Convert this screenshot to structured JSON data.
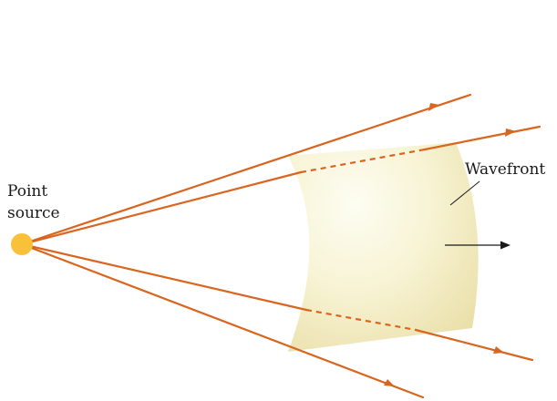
{
  "labels": {
    "source_line1": "Point",
    "source_line2": "source",
    "wavefront": "Wavefront"
  },
  "colors": {
    "ray": "#d9651e",
    "source": "#f9c03a",
    "wavefront_fill_light": "#fbfbe6",
    "wavefront_fill_dark": "#efe6b3",
    "text": "#1a1a1a"
  },
  "icons": {
    "source": "point-source-dot",
    "direction": "arrow-right-icon"
  }
}
